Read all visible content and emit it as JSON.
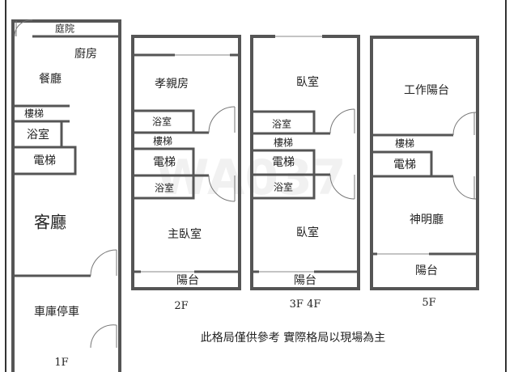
{
  "watermark": "WA037",
  "floor_1": {
    "label": "1F",
    "rooms": {
      "courtyard": "庭院",
      "kitchen": "廚房",
      "dining": "餐廳",
      "stairs": "樓梯",
      "bathroom": "浴室",
      "elevator": "電梯",
      "living": "客廳",
      "garage": "車庫停車"
    }
  },
  "floor_2": {
    "label": "2F",
    "rooms": {
      "parents_room": "孝親房",
      "bathroom1": "浴室",
      "stairs": "樓梯",
      "elevator": "電梯",
      "bathroom2": "浴室",
      "master": "主臥室",
      "balcony": "陽台"
    }
  },
  "floor_3_4": {
    "label": "3F 4F",
    "rooms": {
      "bedroom1": "臥室",
      "bathroom1": "浴室",
      "stairs": "樓梯",
      "elevator": "電梯",
      "bathroom2": "浴室",
      "bedroom2": "臥室",
      "balcony": "陽台"
    }
  },
  "floor_5": {
    "label": "5F",
    "rooms": {
      "work_balcony": "工作陽台",
      "stairs": "樓梯",
      "elevator": "電梯",
      "shrine": "神明廳",
      "balcony": "陽台"
    }
  },
  "note": "此格局僅供參考  實際格局以現場為主"
}
